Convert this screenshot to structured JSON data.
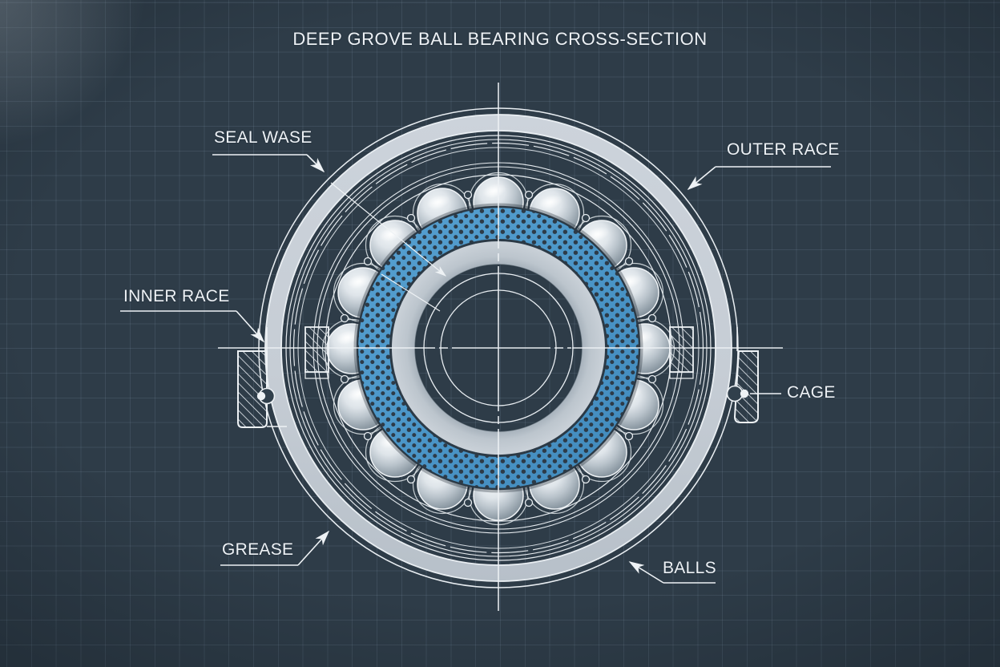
{
  "title": "DEEP GROVE BALL BEARING CROSS-SECTION",
  "labels": {
    "seal_wase": "SEAL WASE",
    "outer_race": "OUTER RACE",
    "inner_race": "INNER RACE",
    "cage": "CAGE",
    "grease": "GREASE",
    "balls": "BALLS"
  },
  "bearing": {
    "ball_count": 16,
    "cage_pocket_circle_count": 16,
    "view": "cross-section front view with centerlines"
  },
  "colors": {
    "background": "#2e3c48",
    "grid_line": "#43525f",
    "line_white": "#edf1f5",
    "outer_race_gray": "#c8cfd7",
    "inner_race_gray": "#c3cbd3",
    "grease_blue": "#4b96c8",
    "grease_dot": "#2d3b48",
    "ball_light": "#eef2f5",
    "ball_dark": "#6d7a85"
  }
}
